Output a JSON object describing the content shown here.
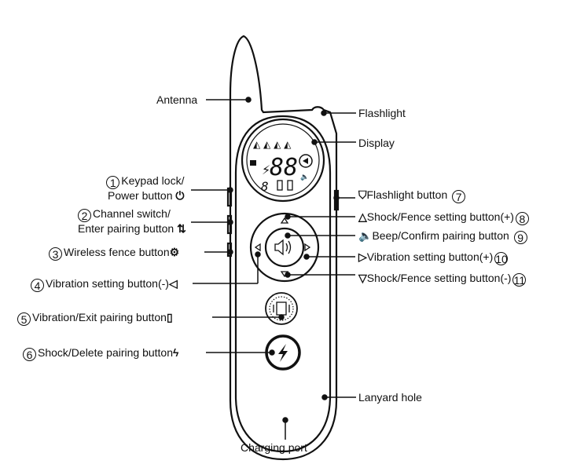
{
  "labels": {
    "antenna": "Antenna",
    "flashlight": "Flashlight",
    "display": "Display",
    "charging_port": "Charging port",
    "lanyard_hole": "Lanyard hole"
  },
  "buttons": [
    {
      "num": "1",
      "text": "Keypad lock/",
      "text2": "Power button",
      "icon": "power-icon"
    },
    {
      "num": "2",
      "text": "Channel switch/",
      "text2": "Enter pairing button",
      "icon": "channel-switch-icon"
    },
    {
      "num": "3",
      "text": "Wireless fence button",
      "icon": "gear-icon"
    },
    {
      "num": "4",
      "text": "Vibration setting button(-)",
      "icon": "triangle-left-icon"
    },
    {
      "num": "5",
      "text": "Vibration/Exit pairing button",
      "icon": "vibration-icon"
    },
    {
      "num": "6",
      "text": "Shock/Delete pairing button",
      "icon": "lightning-icon"
    },
    {
      "num": "7",
      "text": "Flashlight button",
      "icon": "flashlight-icon"
    },
    {
      "num": "8",
      "text": "Shock/Fence setting button(+)",
      "icon": "triangle-up-icon"
    },
    {
      "num": "9",
      "text": "Beep/Confirm pairing button",
      "icon": "speaker-icon"
    },
    {
      "num": "10",
      "text": "Vibration setting button(+)",
      "icon": "triangle-right-icon"
    },
    {
      "num": "11",
      "text": "Shock/Fence setting button(-)",
      "icon": "triangle-down-icon"
    }
  ],
  "lcd": {
    "digits": "88",
    "small_digit": "8"
  }
}
